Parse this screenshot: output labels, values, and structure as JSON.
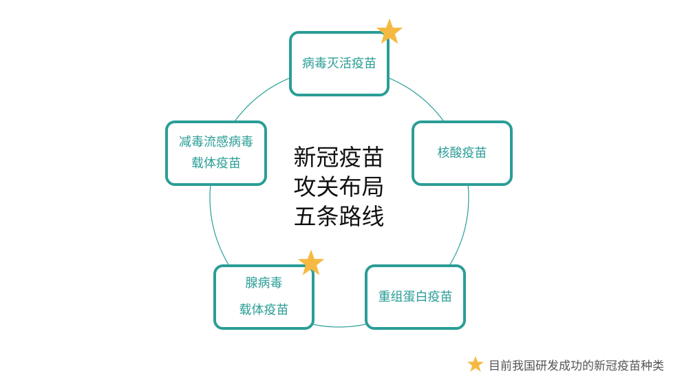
{
  "diagram": {
    "center_title_lines": [
      "新冠疫苗",
      "攻关布局",
      "五条路线"
    ],
    "routes": [
      {
        "id": "inactivated",
        "lines": [
          "病毒灭活疫苗"
        ],
        "starred": true
      },
      {
        "id": "nucleic",
        "lines": [
          "核酸疫苗"
        ],
        "starred": false
      },
      {
        "id": "recombinant",
        "lines": [
          "重组蛋白疫苗"
        ],
        "starred": false
      },
      {
        "id": "adenovirus",
        "lines": [
          "腺病毒",
          "载体疫苗"
        ],
        "starred": true
      },
      {
        "id": "influenza",
        "lines": [
          "减毒流感病毒",
          "载体疫苗"
        ],
        "starred": false
      }
    ],
    "legend": {
      "icon": "star-icon",
      "label": "目前我国研发成功的新冠疫苗种类"
    },
    "colors": {
      "accent": "#2a9d96",
      "star": "#f5b942",
      "text": "#111111",
      "legend_text": "#555555"
    }
  }
}
